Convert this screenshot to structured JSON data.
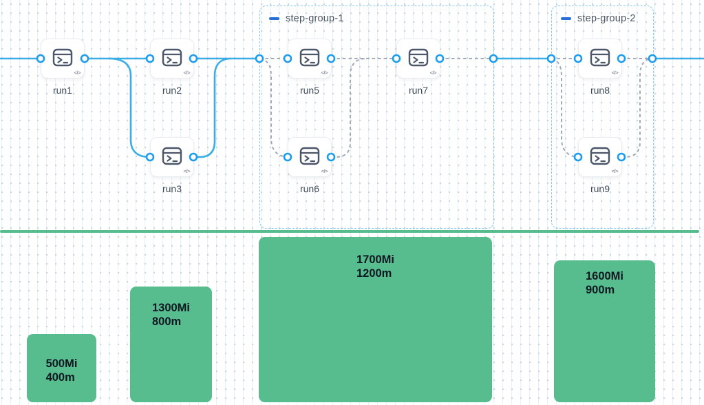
{
  "groups": [
    {
      "label": "step-group-1"
    },
    {
      "label": "step-group-2"
    }
  ],
  "nodes": [
    {
      "label": "run1",
      "icon": "terminal-icon"
    },
    {
      "label": "run2",
      "icon": "terminal-icon"
    },
    {
      "label": "run3",
      "icon": "terminal-icon"
    },
    {
      "label": "run5",
      "icon": "terminal-icon"
    },
    {
      "label": "run6",
      "icon": "terminal-icon"
    },
    {
      "label": "run7",
      "icon": "terminal-icon"
    },
    {
      "label": "run8",
      "icon": "terminal-icon"
    },
    {
      "label": "run9",
      "icon": "terminal-icon"
    }
  ],
  "icons": {
    "node_type": "terminal-icon",
    "code_badge": "</>",
    "group_collapse": "dash-icon"
  },
  "colors": {
    "edge_blue": "#38ade8",
    "port_blue": "#1d9cee",
    "edge_dashed_gray": "#a2a9b4",
    "group_border_blue": "#7fc6f0",
    "group_dash_blue": "#2a6fd6",
    "bar_green": "#57bd8f",
    "divider_green": "#57bd8f",
    "bar_text": "#0f1721"
  },
  "chart_data": {
    "type": "bar",
    "title": "",
    "units": {
      "memory": "Mi",
      "cpu": "m"
    },
    "legend": "none",
    "grid": "dotted background",
    "bars": [
      {
        "memory": "500Mi",
        "cpu": "400m",
        "memory_mi": 500,
        "cpu_m": 400,
        "aligned_to": "run1"
      },
      {
        "memory": "1300Mi",
        "cpu": "800m",
        "memory_mi": 1300,
        "cpu_m": 800,
        "aligned_to": "run2/run3"
      },
      {
        "memory": "1700Mi",
        "cpu": "1200m",
        "memory_mi": 1700,
        "cpu_m": 1200,
        "aligned_to": "step-group-1"
      },
      {
        "memory": "1600Mi",
        "cpu": "900m",
        "memory_mi": 1600,
        "cpu_m": 900,
        "aligned_to": "step-group-2"
      }
    ]
  }
}
